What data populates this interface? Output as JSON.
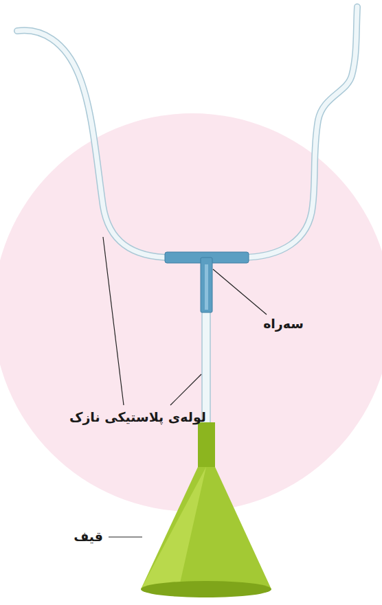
{
  "diagram": {
    "labels": [
      "سه‌راه",
      "لوله‌ی پلاستیکی نازک",
      "قیف"
    ]
  }
}
